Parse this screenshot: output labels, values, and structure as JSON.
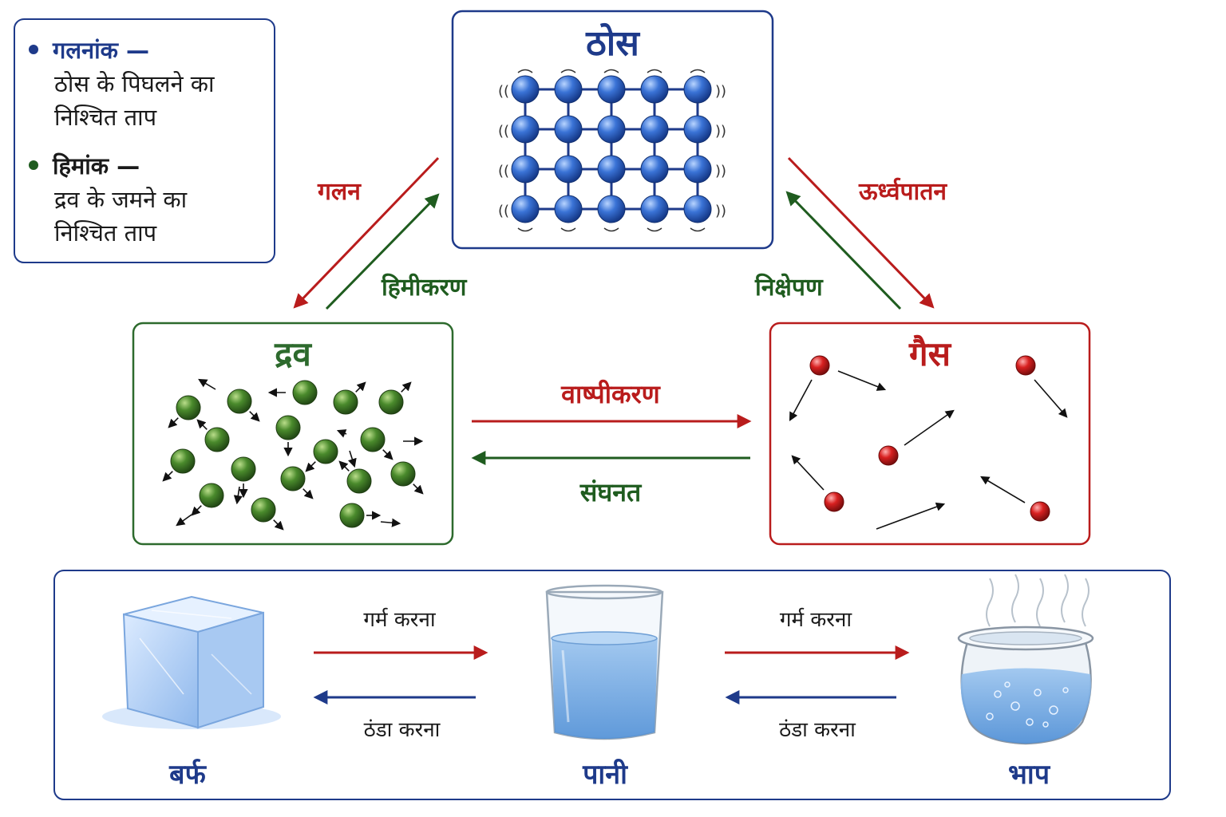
{
  "legend": {
    "items": [
      {
        "term": "गलनांक —",
        "line1": "ठोस के पिघलने का",
        "line2": "निश्चित ताप"
      },
      {
        "term": "हिमांक —",
        "line1": "द्रव के जमने का",
        "line2": "निश्चित ताप"
      }
    ],
    "bullet_colors": [
      "#1e3a8a",
      "#1f5c1f"
    ]
  },
  "states": {
    "solid": {
      "title": "ठोस",
      "color": "#1e3a8a"
    },
    "liquid": {
      "title": "द्रव",
      "color": "#2d6a2d"
    },
    "gas": {
      "title": "गैस",
      "color": "#b91c1c"
    }
  },
  "processes": {
    "melting": "गलन",
    "freezing": "हिमीकरण",
    "sublimation": "ऊर्ध्वपातन",
    "deposition": "निक्षेपण",
    "evaporation": "वाष्पीकरण",
    "condensation": "संघनत"
  },
  "examples": {
    "ice": "बर्फ",
    "water": "पानी",
    "steam": "भाप",
    "heat_1": "गर्म करना",
    "cool_1": "ठंडा करना",
    "heat_2": "गर्म करना",
    "cool_2": "ठंडा करना"
  },
  "colors": {
    "red": "#b91c1c",
    "green": "#1f5c1f",
    "navy": "#1e3a8a",
    "solid_particle": "#2f66c9",
    "liquid_particle": "#3d7a2a",
    "gas_particle": "#d01c1c"
  }
}
